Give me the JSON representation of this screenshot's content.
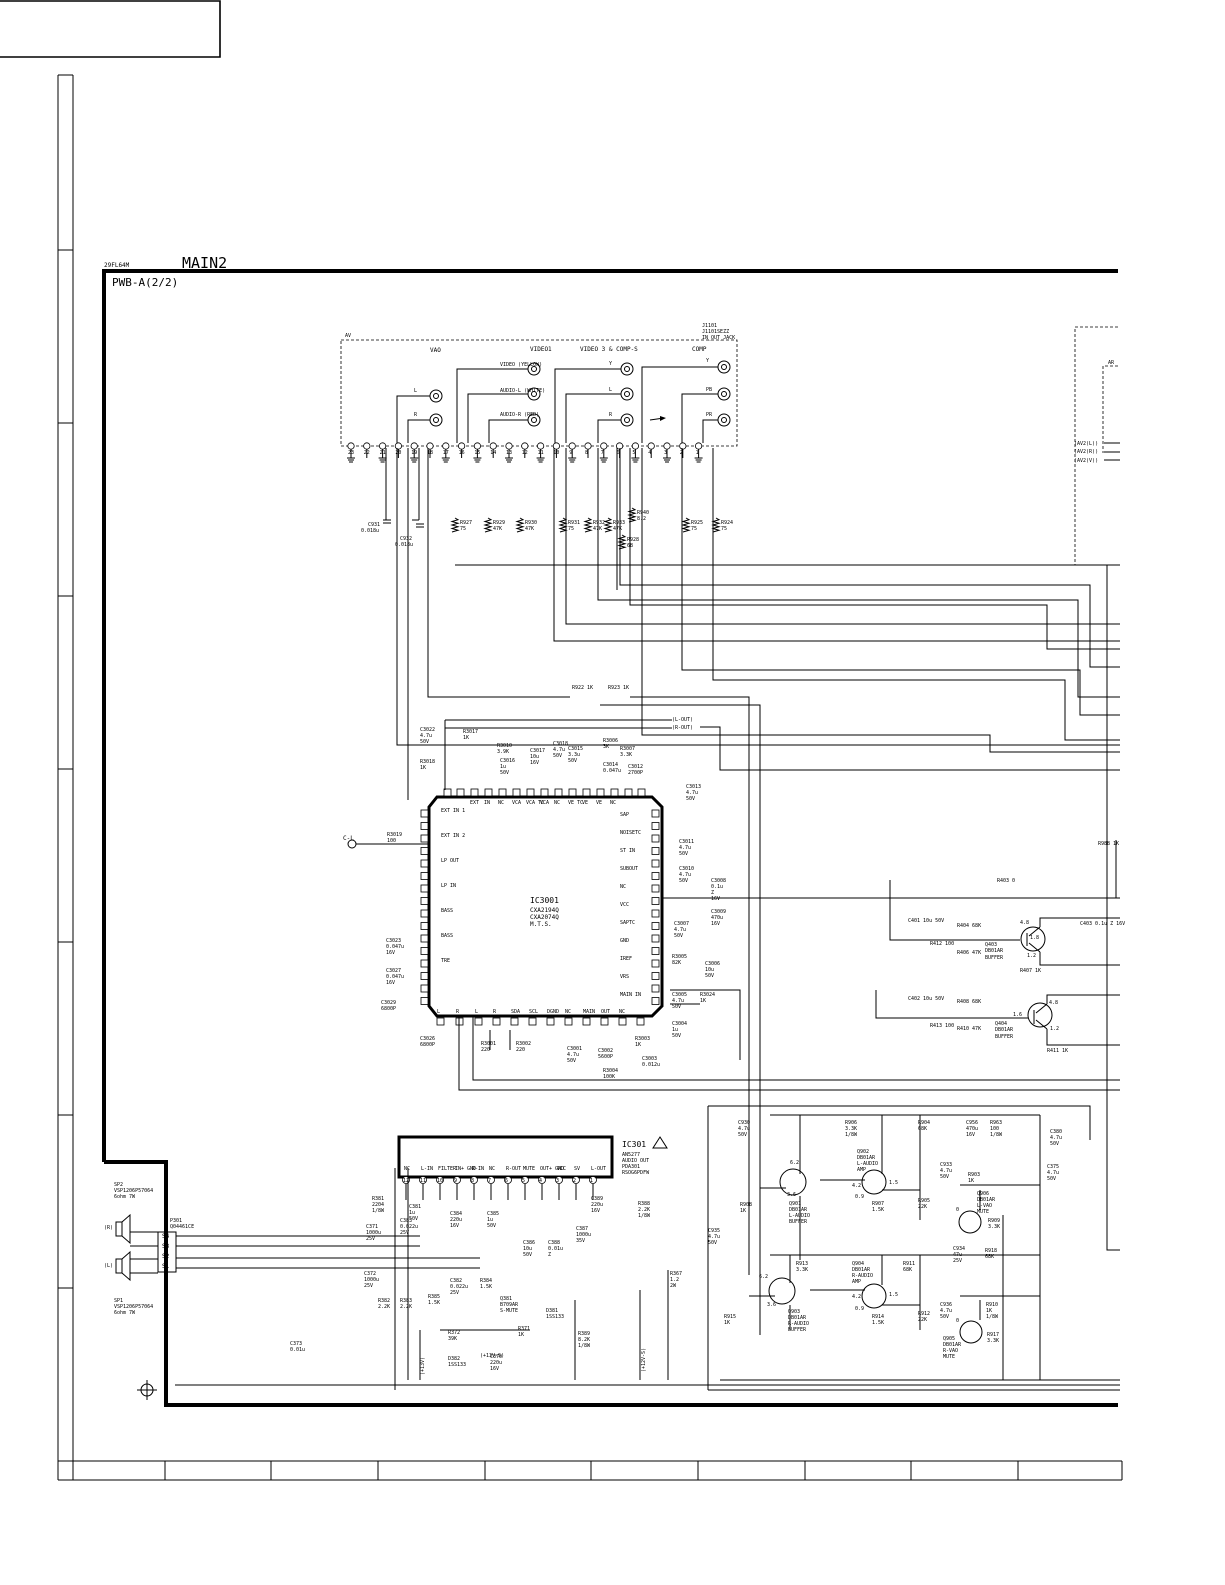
{
  "page": {
    "model": "29FL64M",
    "sheet_title": "MAIN2",
    "board": "PWB-A(2/2)"
  },
  "jack_block": {
    "ref": "J1101",
    "part": "J1101SEZZ",
    "desc": "IN_OUT_JACK",
    "group_vao": "VAO",
    "group_video1": "VIDEO1",
    "group_video3": "VIDEO 3 & COMP-S",
    "group_comp": "COMP",
    "label_video": "VIDEO (YELLOW)",
    "label_audio_l": "AUDIO-L (WHITE)",
    "label_audio_r": "AUDIO-R (RED)",
    "label_l": "L",
    "label_r": "R",
    "label_y": "Y",
    "label_pb": "PB",
    "label_pr": "PR",
    "pins": [
      "23",
      "22",
      "21",
      "20",
      "19",
      "18",
      "17",
      "16",
      "15",
      "14",
      "13",
      "12",
      "11",
      "10",
      "9",
      "8",
      "7",
      "6",
      "5",
      "4",
      "3",
      "2",
      "1"
    ]
  },
  "resistors_input": [
    {
      "ref": "R927",
      "val": "75"
    },
    {
      "ref": "R929",
      "val": "47K"
    },
    {
      "ref": "R930",
      "val": "47K"
    },
    {
      "ref": "R931",
      "val": "75"
    },
    {
      "ref": "R932",
      "val": "47K"
    },
    {
      "ref": "R933",
      "val": "47K"
    },
    {
      "ref": "R940",
      "val": "8.2"
    },
    {
      "ref": "R928",
      "val": "68"
    },
    {
      "ref": "R925",
      "val": "75"
    },
    {
      "ref": "R924",
      "val": "75"
    }
  ],
  "caps_input": [
    {
      "ref": "C931",
      "val": "0.018u"
    },
    {
      "ref": "C932",
      "val": "0.018u"
    }
  ],
  "net_labels": {
    "l_out": "(L-OUT)",
    "r_out": "(R-OUT)",
    "av2_l": "(AV2(L))",
    "av2_r": "(AV2(R))",
    "av2_v": "(AV2(V))",
    "ar": "AR",
    "cl": "C-L",
    "p13v": "(+13V)",
    "p13v_s": "(+13V-S)",
    "p12v_s": "(+12V-S)",
    "r922": "R922 1K",
    "r923": "R923 1K"
  },
  "ic3001": {
    "ref": "IC3001",
    "part1": "CXA2194Q",
    "part2": "CXA2074Q",
    "desc": "M.T.S.",
    "top_pins": [
      "EXT",
      "IN",
      "NC",
      "VCA",
      "VCA TC",
      "VCA",
      "NC",
      "VE TC",
      "VE",
      "VE",
      "NC"
    ],
    "left_pins": [
      "EXT IN 1",
      "EXT IN 2",
      "LP OUT",
      "LP IN",
      "BASS",
      "BASS",
      "TRE"
    ],
    "right_pins": [
      "SAP",
      "NOISETC",
      "ST IN",
      "SUBOUT",
      "NC",
      "VCC",
      "SAPTC",
      "GND",
      "IREF",
      "VRS",
      "MAIN IN"
    ],
    "bottom_pins": [
      "L",
      "R",
      "L",
      "R",
      "SDA",
      "SCL",
      "DGND",
      "NC",
      "MAIN",
      "OUT",
      "NC"
    ]
  },
  "ic3001_parts": [
    "R3017 1K",
    "C3022 4.7u 50V",
    "R3018 1K",
    "R3010 3.9K",
    "C3016 1u 50V",
    "C3017 10u 16V",
    "C3018 4.7u 50V",
    "C3015 3.3u 50V",
    "R3006 3K",
    "R3007 3.3K",
    "C3014 0.047u",
    "C3012 2700P",
    "C3013 4.7u 50V",
    "C3011 4.7u 50V",
    "C3010 4.7u 50V",
    "C3008 0.1u Z 16V",
    "C3009 470u 16V",
    "C3007 4.7u 50V",
    "R3005 82K",
    "C3006 10u 50V",
    "C3005 4.7u 50V",
    "R3024 1K",
    "R3019 100",
    "C3023 0.047u 16V",
    "C3027 0.047u 16V",
    "C3029 6800P",
    "C3026 6800P",
    "R3001 220",
    "R3002 220",
    "C3001 4.7u 50V",
    "C3002 5600P",
    "C3003 0.012u",
    "R3003 1K",
    "R3004 100K",
    "C3004 1u 50V"
  ],
  "buffers_top": {
    "r403": "R403 0",
    "r988": "R988 1K",
    "c401": "C401 10u 50V",
    "r412": "R412 100",
    "r404": "R404 68K",
    "r406": "R406 47K",
    "q403": "Q403",
    "q403_part": "DB01AR",
    "q403_desc": "BUFFER",
    "c403": "C403 0.1u Z 16V",
    "r407": "R407 1K",
    "c402": "C402 10u 50V",
    "r413": "R413 100",
    "r408": "R408 68K",
    "r410": "R410 47K",
    "q404": "Q404",
    "q404_part": "DB01AR",
    "q404_desc": "BUFFER",
    "r411": "R411 1K"
  },
  "ic301": {
    "ref": "IC301",
    "part": "AN5277",
    "desc": "AUDIO OUT",
    "pcb": "PDA301",
    "pcb_part": "RSOG6PDFW",
    "pin_labels": [
      "NC",
      "L-IN",
      "FILTER",
      "IN+ GND",
      "R-IN",
      "NC",
      "R-OUT",
      "MUTE",
      "OUT+ GND",
      "VCC",
      "SV",
      "L-OUT"
    ],
    "pin_nums": [
      "12",
      "11",
      "10",
      "9",
      "8",
      "7",
      "6",
      "5",
      "4",
      "3",
      "2",
      "1"
    ]
  },
  "speakers": {
    "sp2": "SP2",
    "sp2_part": "VSP1206P57064",
    "sp2_spec": "6ohm 7W",
    "sp1": "SP1",
    "sp1_part": "VSP1206P57064",
    "sp1_spec": "6ohm 7W",
    "p301": "P301",
    "p301_part": "Q04461CE",
    "conn": [
      "S4",
      "S3",
      "S2",
      "S1"
    ],
    "r_label": "(R)",
    "l_label": "(L)"
  },
  "amp_parts": [
    "R381 2204 1/8W",
    "C371 1000u 25V",
    "C383 0.022u 25V",
    "C384 220u 16V",
    "C385 1u 50V",
    "C372 1000u 25V",
    "R382 2.2K",
    "R383 2.2K",
    "R385 1.5K",
    "C382 0.022u 25V",
    "R384 1.5K",
    "Q381 B709AR S-MUTE",
    "R371 1K",
    "D381 1SS133",
    "R372 39K",
    "D382 1SS133",
    "C370 220u 16V",
    "C381 1u 50V",
    "C386 10u 50V",
    "C388 0.01u Z",
    "C387 1000u 35V",
    "C389 220u 16V",
    "R388 2.2K 1/8W",
    "R367 1.2 2W",
    "R389 8.2K 1/8W",
    "C373 0.01u"
  ],
  "vao_stage": {
    "c930": "C930 4.7u 50V",
    "r906": "R906 3.3K 1/8W",
    "r904": "R904 68K",
    "c956": "C956 470u 16V",
    "r963": "R963 100 1/8W",
    "c380": "C380 4.7u 50V",
    "q902": "Q902",
    "q902_part": "DB01AR",
    "q902_desc": "L-AUDIO AMP",
    "q901": "Q901",
    "q901_part": "DB01AR",
    "q901_desc": "L-AUDIO",
    "q901_desc2": "BUFFER",
    "r907": "R907 1.5K",
    "r905": "R905 22K",
    "c933": "C933 4.7u 50V",
    "r903": "R903 1K",
    "q906": "Q906",
    "q906_part": "DB01AR",
    "q906_desc": "L-VAO MUTE",
    "r908": "R908 1K",
    "r909": "R909 3.3K",
    "c934": "C934 47u 25V",
    "r918": "R918 68K",
    "c375": "C375 4.7u 50V",
    "c935": "C935 4.7u 50V",
    "r913": "R913 3.3K",
    "r911": "R911 68K",
    "q904": "Q904",
    "q904_part": "DB01AR",
    "q904_desc": "R-AUDIO AMP",
    "q903": "Q903",
    "q903_part": "DB01AR",
    "q903_desc": "R-AUDIO",
    "q903_desc2": "BUFFER",
    "r915": "R915 1K",
    "r914": "R914 1.5K",
    "r912": "R912 22K",
    "c936": "C936 4.7u 50V",
    "r910": "R910 1K 1/8W",
    "r917": "R917 3.3K",
    "q905": "Q905",
    "q905_part": "DB01AR",
    "q905_desc": "R-VAO MUTE"
  },
  "volt_labels": [
    "6.2",
    "3.6",
    "4.2",
    "1.5",
    "0.9",
    "4.2",
    "1.5",
    "0.9",
    "6.2",
    "3.6",
    "4.8",
    "1.8",
    "1.2",
    "4.8",
    "1.6",
    "1.2",
    "0",
    "0"
  ]
}
